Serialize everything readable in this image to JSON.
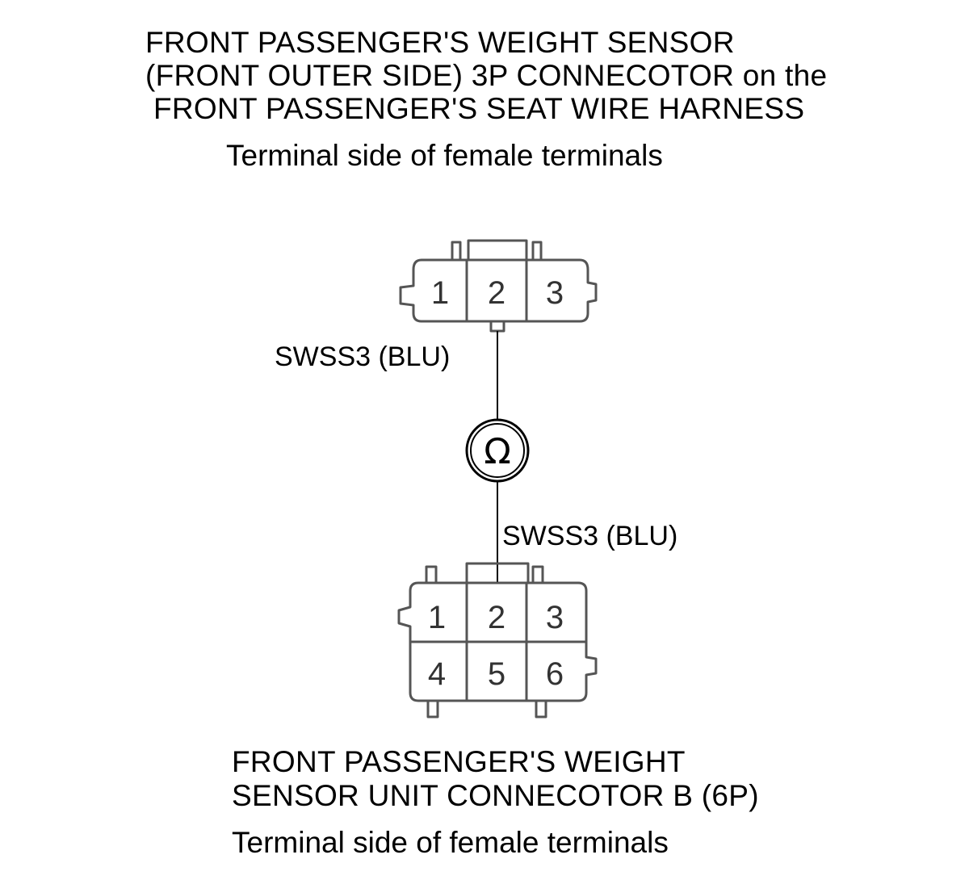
{
  "top_connector": {
    "title_lines": [
      "FRONT PASSENGER'S WEIGHT SENSOR",
      "(FRONT OUTER SIDE) 3P CONNECOTOR on the",
      "FRONT PASSENGER'S SEAT WIRE HARNESS"
    ],
    "subtitle": "Terminal side of female terminals",
    "pins": [
      "1",
      "2",
      "3"
    ]
  },
  "wire_top_label": "SWSS3 (BLU)",
  "meter_symbol": "Ω",
  "wire_bottom_label": "SWSS3 (BLU)",
  "bottom_connector": {
    "title_lines": [
      "FRONT PASSENGER'S WEIGHT",
      "SENSOR UNIT CONNECOTOR B (6P)"
    ],
    "subtitle": "Terminal side of female terminals",
    "pins": [
      "1",
      "2",
      "3",
      "4",
      "5",
      "6"
    ]
  }
}
